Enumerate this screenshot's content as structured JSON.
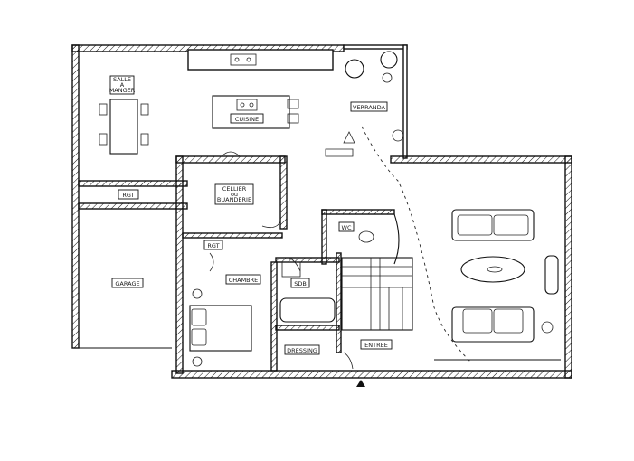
{
  "rooms": {
    "salle_a_manger": [
      "SALLE",
      "A",
      "MANGER"
    ],
    "cuisine": "CUISINE",
    "veranda": "VERRANDA",
    "rgt_top": "RGT",
    "cellier": [
      "CELLIER",
      "ou",
      "BUANDERIE"
    ],
    "garage": "GARAGE",
    "rgt_mid": "RGT",
    "wc": "WC",
    "chambre": "CHAMBRE",
    "sdb": "SDB",
    "dressing": "DRESSING",
    "entree": "ENTREE"
  }
}
